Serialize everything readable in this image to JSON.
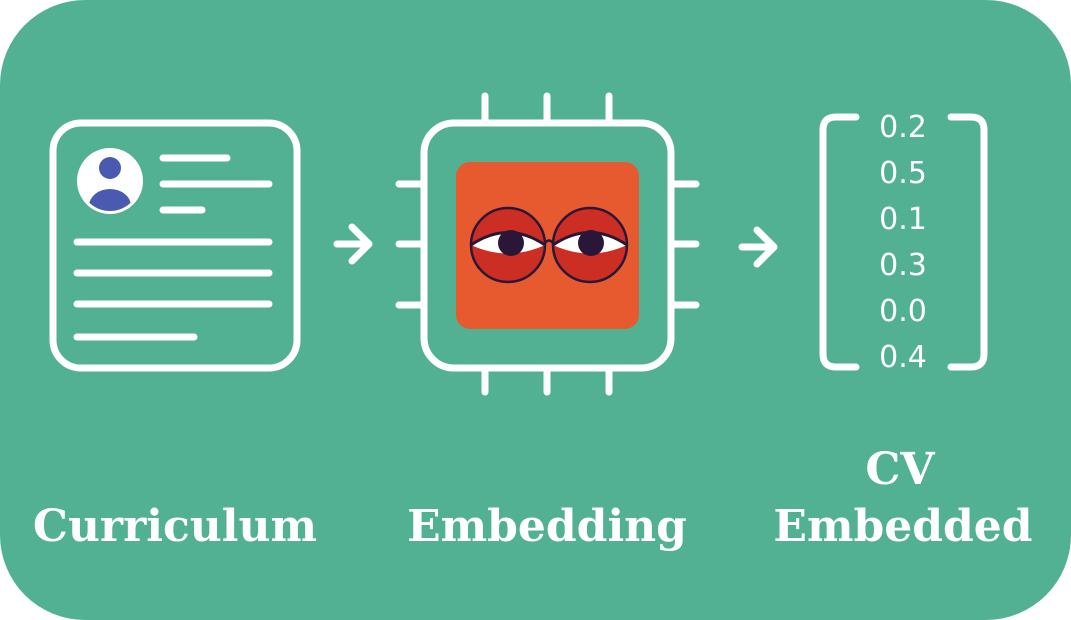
{
  "colors": {
    "background": "#52b193",
    "foreground": "#ffffff",
    "accent": "#e75a30",
    "avatar": "#4a5ab0",
    "eye_ring": "#cd2e23",
    "pupil": "#2a1738"
  },
  "icons": {
    "document": "cv-document-icon",
    "avatar": "user-avatar-icon",
    "chip": "processor-chip-icon",
    "eyes": "eyes-with-glasses-icon",
    "arrow": "chevron-arrow-icon"
  },
  "stages": [
    {
      "label": "Curriculum"
    },
    {
      "label": "Embedding"
    },
    {
      "label_line1": "CV",
      "label_line2": "Embedded"
    }
  ],
  "vector": [
    "0.2",
    "0.5",
    "0.1",
    "0.3",
    "0.0",
    "0.4"
  ]
}
